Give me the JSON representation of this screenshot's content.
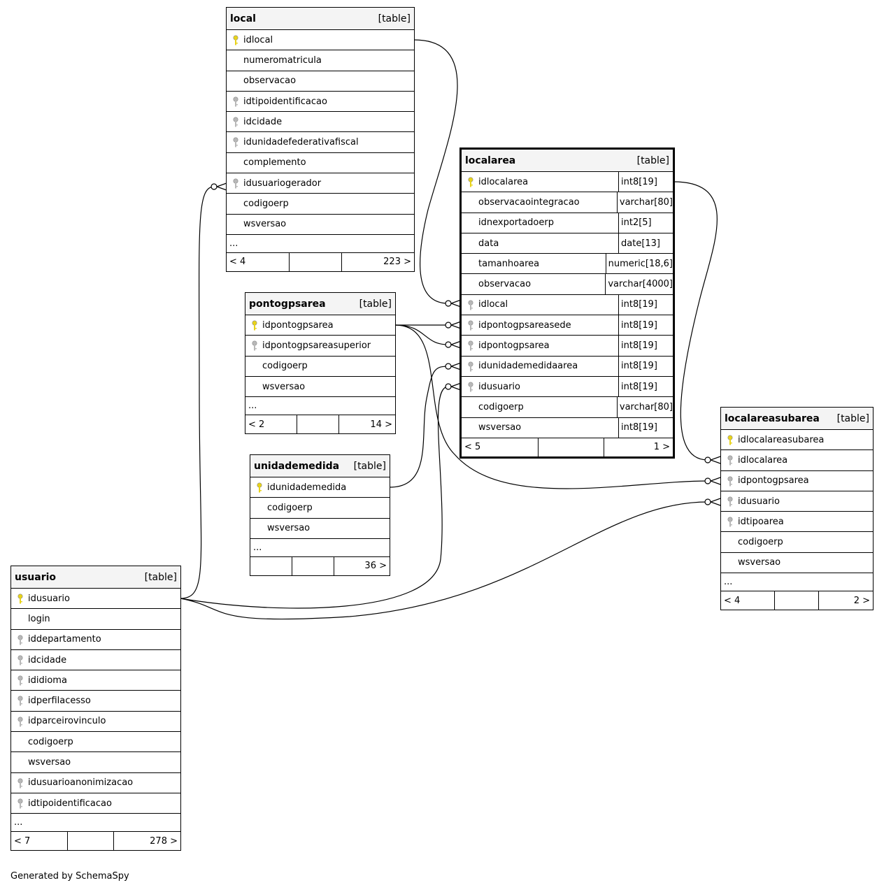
{
  "tables": {
    "local": {
      "name": "local",
      "type": "[table]",
      "columns": [
        {
          "name": "idlocal",
          "key": "pk"
        },
        {
          "name": "numeromatricula",
          "key": ""
        },
        {
          "name": "observacao",
          "key": ""
        },
        {
          "name": "idtipoidentificacao",
          "key": "fk"
        },
        {
          "name": "idcidade",
          "key": "fk"
        },
        {
          "name": "idunidadefederativafiscal",
          "key": "fk"
        },
        {
          "name": "complemento",
          "key": ""
        },
        {
          "name": "idusuariogerador",
          "key": "fk"
        },
        {
          "name": "codigoerp",
          "key": ""
        },
        {
          "name": "wsversao",
          "key": ""
        }
      ],
      "ellipsis": "...",
      "footer": {
        "left": "< 4",
        "mid": "",
        "right": "223 >"
      }
    },
    "pontogpsarea": {
      "name": "pontogpsarea",
      "type": "[table]",
      "columns": [
        {
          "name": "idpontogpsarea",
          "key": "pk"
        },
        {
          "name": "idpontogpsareasuperior",
          "key": "fk"
        },
        {
          "name": "codigoerp",
          "key": ""
        },
        {
          "name": "wsversao",
          "key": ""
        }
      ],
      "ellipsis": "...",
      "footer": {
        "left": "< 2",
        "mid": "",
        "right": "14 >"
      }
    },
    "unidademedida": {
      "name": "unidademedida",
      "type": "[table]",
      "columns": [
        {
          "name": "idunidademedida",
          "key": "pk"
        },
        {
          "name": "codigoerp",
          "key": ""
        },
        {
          "name": "wsversao",
          "key": ""
        }
      ],
      "ellipsis": "...",
      "footer": {
        "left": "",
        "mid": "",
        "right": "36 >"
      }
    },
    "localarea": {
      "name": "localarea",
      "type": "[table]",
      "columns": [
        {
          "name": "idlocalarea",
          "key": "pk",
          "type": "int8[19]"
        },
        {
          "name": "observacaointegracao",
          "key": "",
          "type": "varchar[80]"
        },
        {
          "name": "idnexportadoerp",
          "key": "",
          "type": "int2[5]"
        },
        {
          "name": "data",
          "key": "",
          "type": "date[13]"
        },
        {
          "name": "tamanhoarea",
          "key": "",
          "type": "numeric[18,6]"
        },
        {
          "name": "observacao",
          "key": "",
          "type": "varchar[4000]"
        },
        {
          "name": "idlocal",
          "key": "fk",
          "type": "int8[19]"
        },
        {
          "name": "idpontogpsareasede",
          "key": "fk",
          "type": "int8[19]"
        },
        {
          "name": "idpontogpsarea",
          "key": "fk",
          "type": "int8[19]"
        },
        {
          "name": "idunidademedidaarea",
          "key": "fk",
          "type": "int8[19]"
        },
        {
          "name": "idusuario",
          "key": "fk",
          "type": "int8[19]"
        },
        {
          "name": "codigoerp",
          "key": "",
          "type": "varchar[80]"
        },
        {
          "name": "wsversao",
          "key": "",
          "type": "int8[19]"
        }
      ],
      "footer": {
        "left": "< 5",
        "mid": "",
        "right": "1 >"
      }
    },
    "localareasubarea": {
      "name": "localareasubarea",
      "type": "[table]",
      "columns": [
        {
          "name": "idlocalareasubarea",
          "key": "pk"
        },
        {
          "name": "idlocalarea",
          "key": "fk"
        },
        {
          "name": "idpontogpsarea",
          "key": "fk"
        },
        {
          "name": "idusuario",
          "key": "fk"
        },
        {
          "name": "idtipoarea",
          "key": "fk"
        },
        {
          "name": "codigoerp",
          "key": ""
        },
        {
          "name": "wsversao",
          "key": ""
        }
      ],
      "ellipsis": "...",
      "footer": {
        "left": "< 4",
        "mid": "",
        "right": "2 >"
      }
    },
    "usuario": {
      "name": "usuario",
      "type": "[table]",
      "columns": [
        {
          "name": "idusuario",
          "key": "pk"
        },
        {
          "name": "login",
          "key": ""
        },
        {
          "name": "iddepartamento",
          "key": "fk"
        },
        {
          "name": "idcidade",
          "key": "fk"
        },
        {
          "name": "ididioma",
          "key": "fk"
        },
        {
          "name": "idperfilacesso",
          "key": "fk"
        },
        {
          "name": "idparceirovinculo",
          "key": "fk"
        },
        {
          "name": "codigoerp",
          "key": ""
        },
        {
          "name": "wsversao",
          "key": ""
        },
        {
          "name": "idusuarioanonimizacao",
          "key": "fk"
        },
        {
          "name": "idtipoidentificacao",
          "key": "fk"
        }
      ],
      "ellipsis": "...",
      "footer": {
        "left": "< 7",
        "mid": "",
        "right": "278 >"
      }
    }
  },
  "colors": {
    "pk_key": "#e8d31a",
    "fk_key": "#b8b8b8",
    "header_bg": "#f4f4f4"
  },
  "footer_note": "Generated by SchemaSpy"
}
